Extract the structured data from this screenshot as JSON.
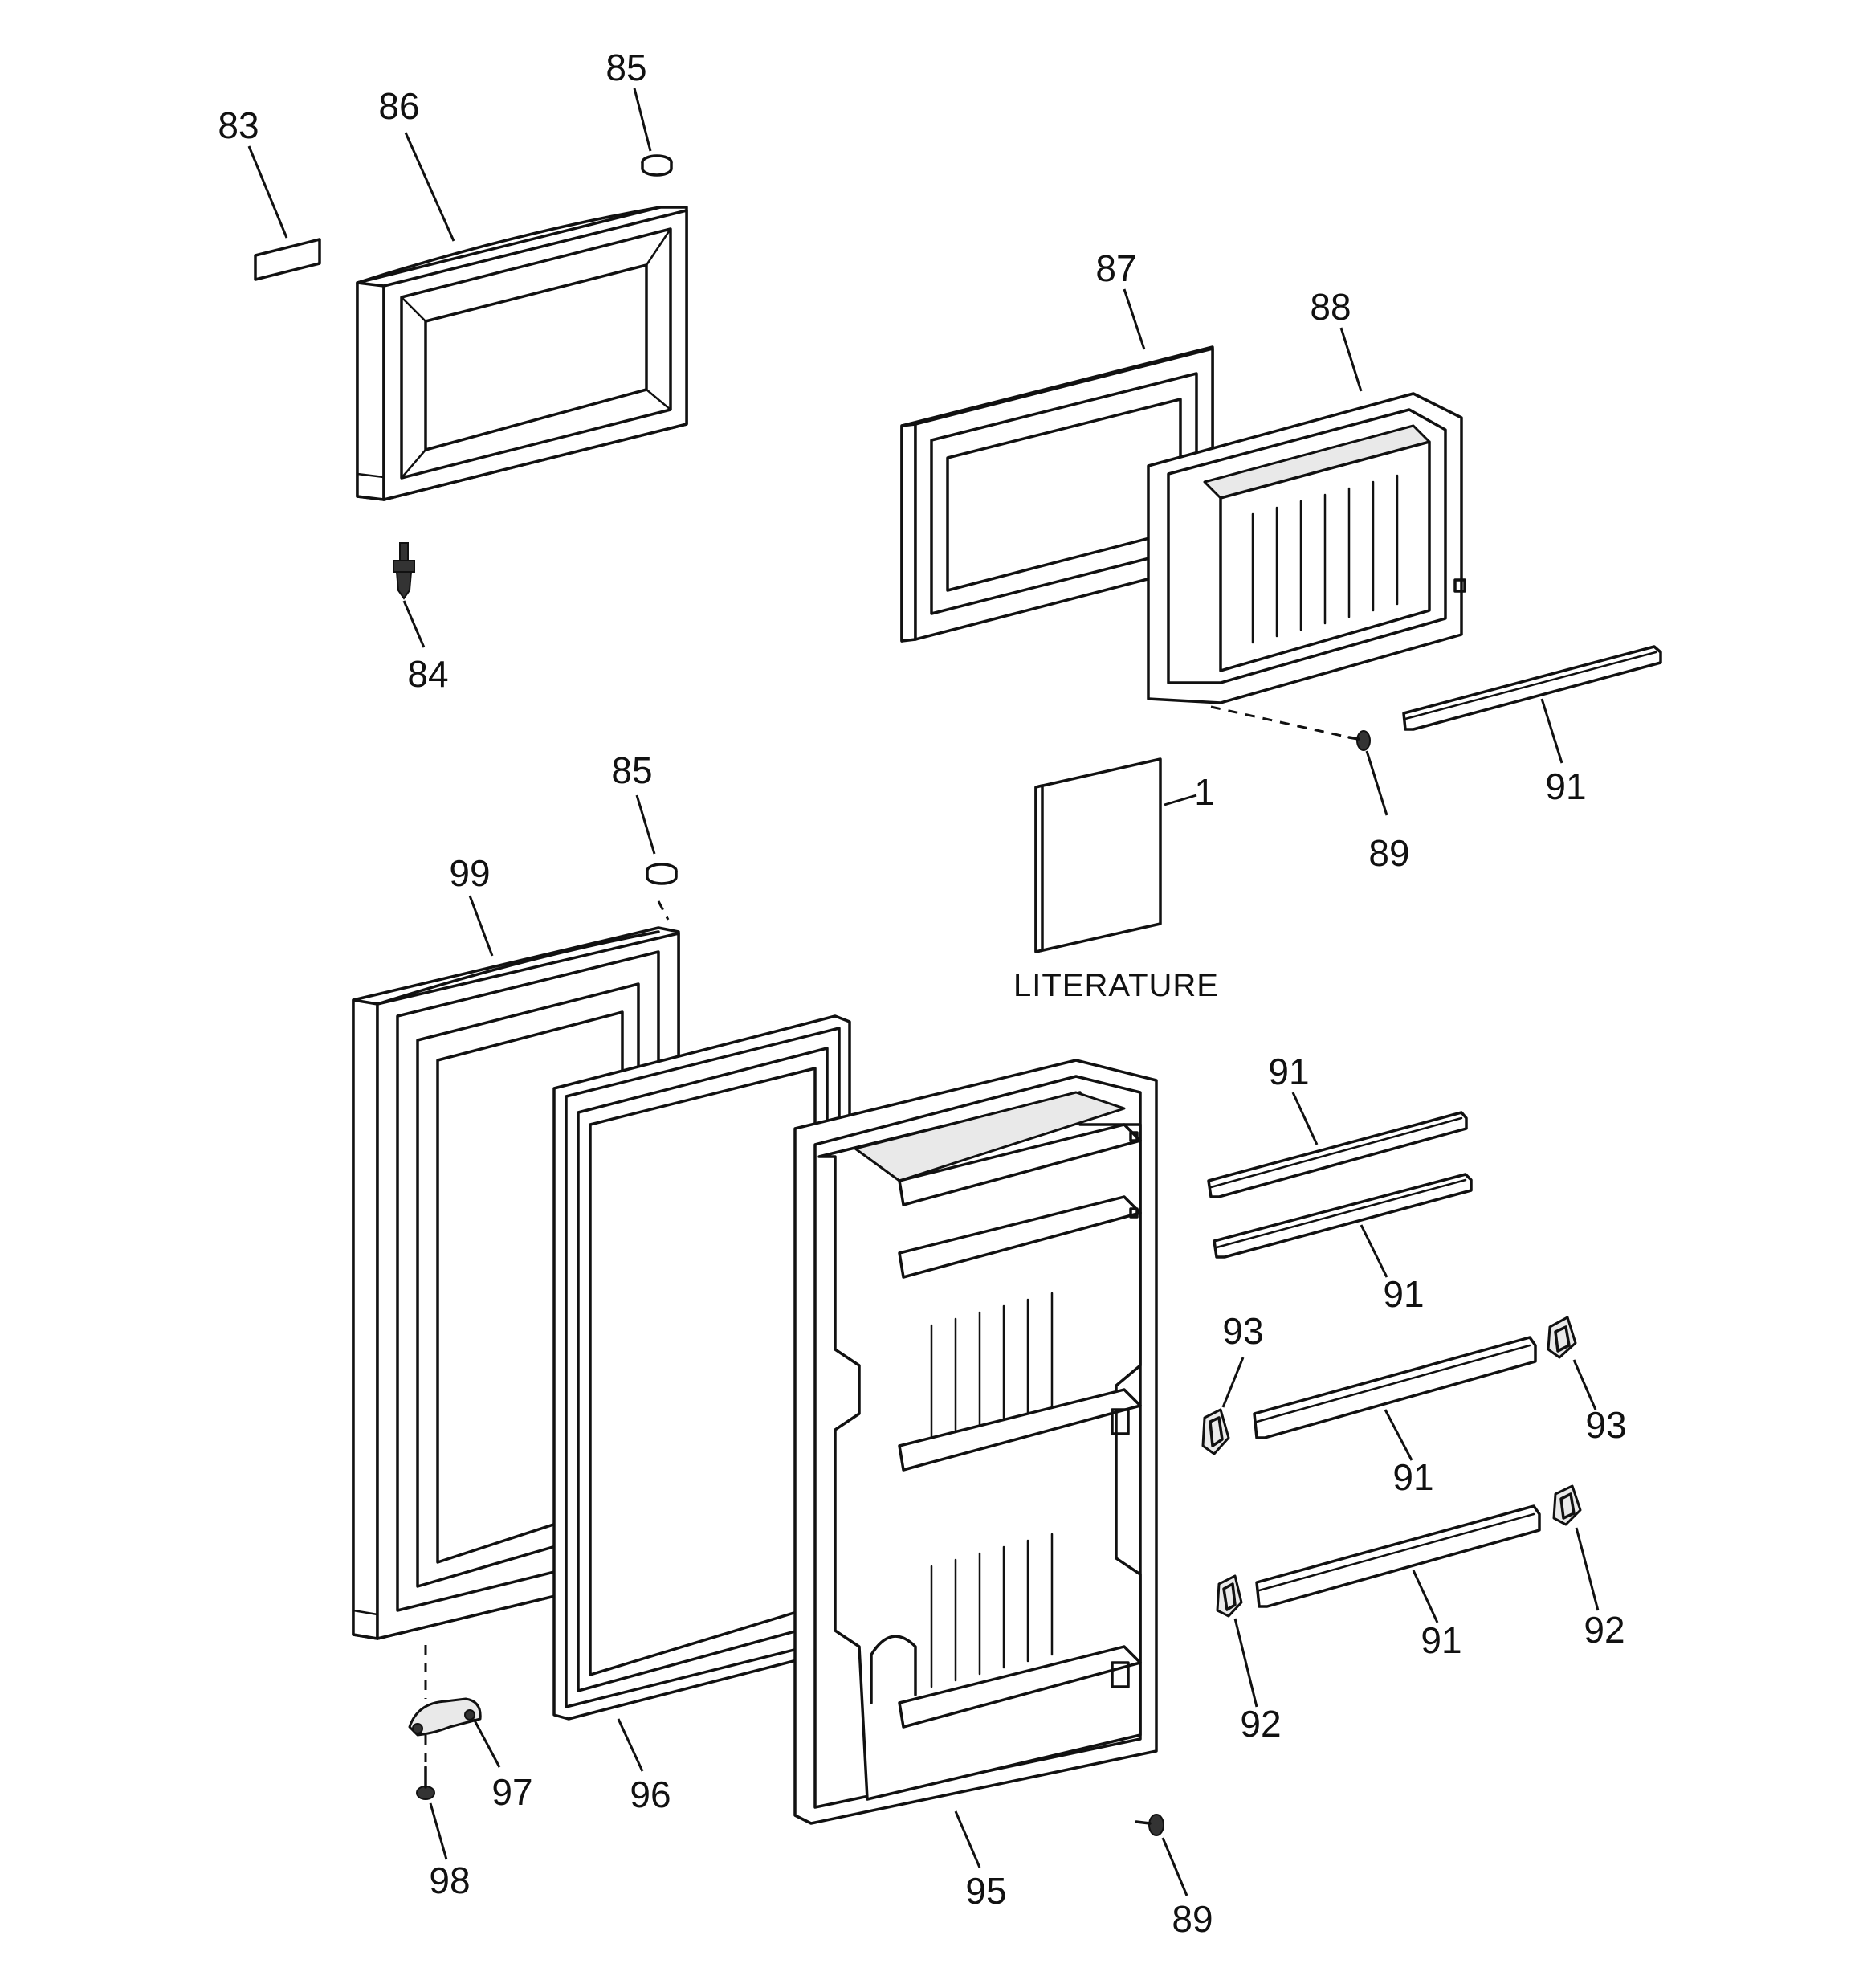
{
  "diagram": {
    "caption": "LITERATURE",
    "callouts": {
      "c83": "83",
      "c86": "86",
      "c85_top": "85",
      "c84": "84",
      "c87": "87",
      "c88": "88",
      "c91_top": "91",
      "c89_top": "89",
      "c1": "1",
      "c85_mid": "85",
      "c99": "99",
      "c91_a": "91",
      "c91_b": "91",
      "c93_left": "93",
      "c93_right": "93",
      "c91_c": "91",
      "c92_right": "92",
      "c91_d": "91",
      "c92_left": "92",
      "c97": "97",
      "c96": "96",
      "c98": "98",
      "c95": "95",
      "c89_bottom": "89"
    }
  }
}
